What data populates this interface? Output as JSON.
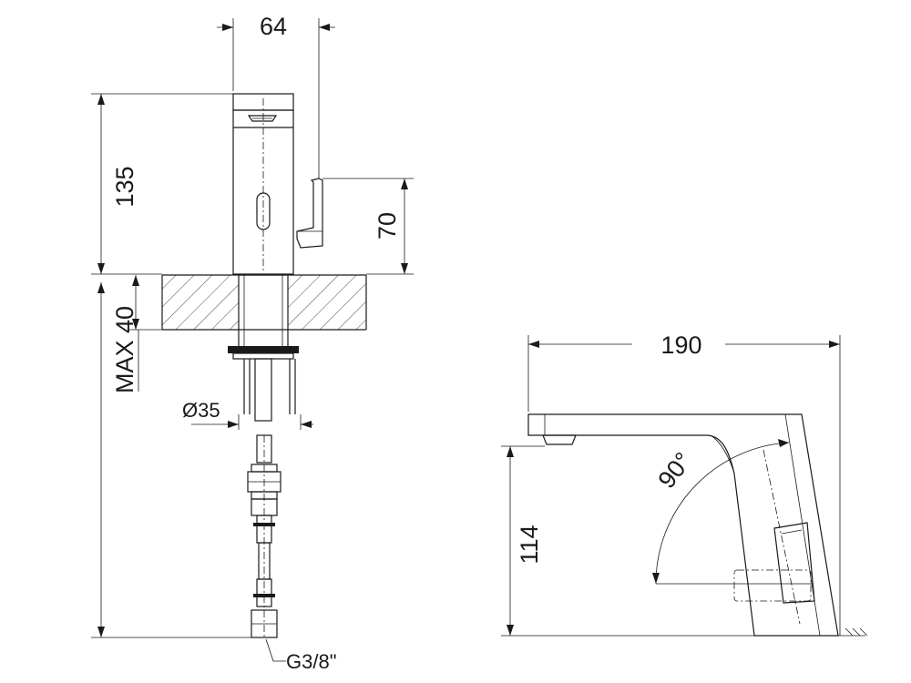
{
  "dimensions": {
    "top_width": "64",
    "height_total": "135",
    "handle_height": "70",
    "max_thickness": "MAX 40",
    "diameter": "Ø35",
    "thread": "G3/8\"",
    "spout_length": "190",
    "spout_height": "114",
    "angle": "90°"
  }
}
